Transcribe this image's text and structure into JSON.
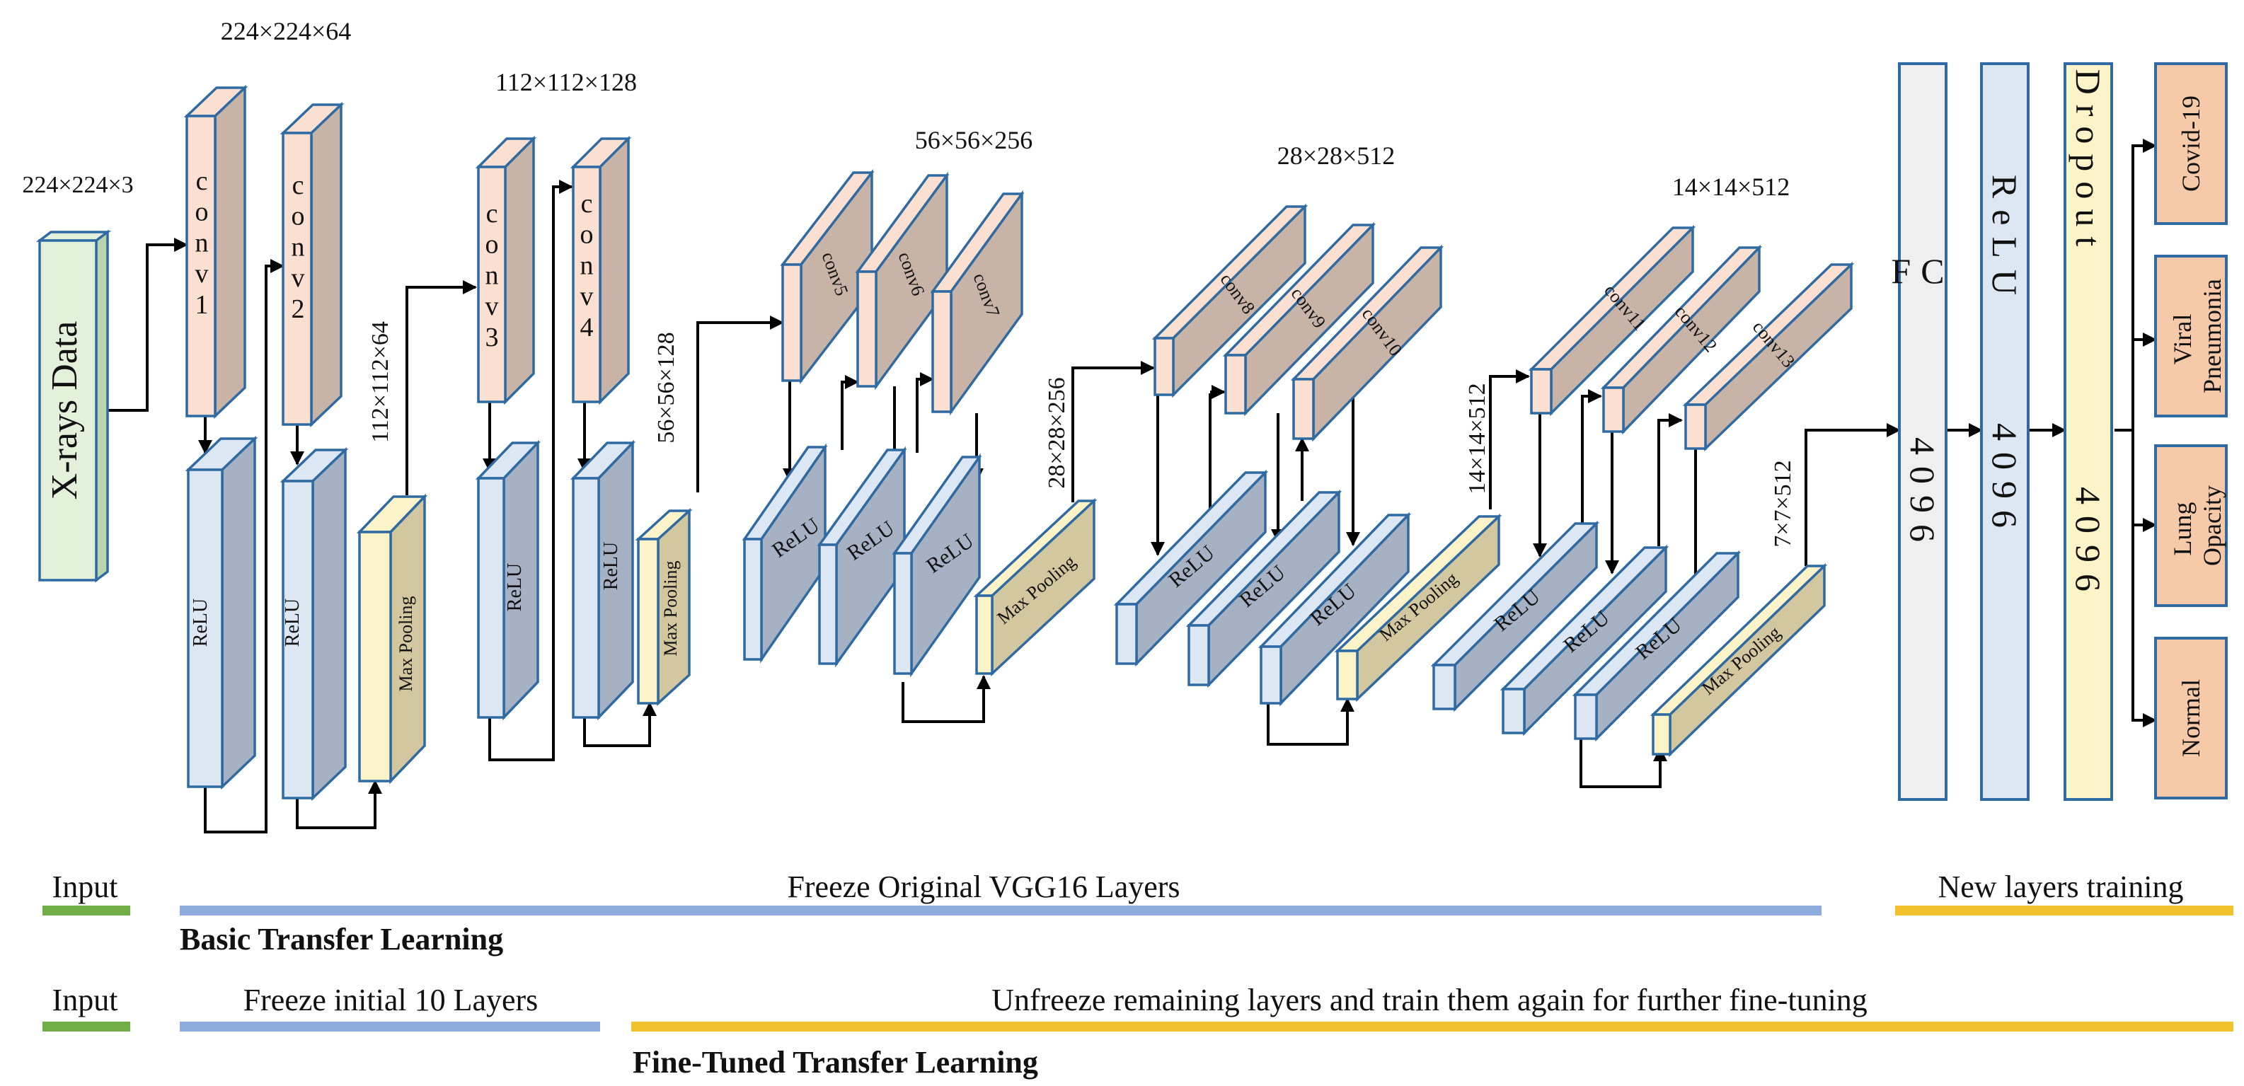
{
  "input_block": {
    "label": "X-rays Data",
    "dim": "224×224×3"
  },
  "stages": [
    {
      "dim": "224×224×64",
      "convs": [
        "conv1",
        "conv2"
      ],
      "relus": [
        "ReLU",
        "ReLU"
      ],
      "pool": "Max Pooling",
      "pool_dim": "112×112×64"
    },
    {
      "dim": "112×112×128",
      "convs": [
        "conv3",
        "conv4"
      ],
      "relus": [
        "ReLU",
        "ReLU"
      ],
      "pool": "Max Pooling",
      "pool_dim": "56×56×128"
    },
    {
      "dim": "56×56×256",
      "convs": [
        "conv5",
        "conv6",
        "conv7"
      ],
      "relus": [
        "ReLU",
        "ReLU",
        "ReLU"
      ],
      "pool": "Max Pooling",
      "pool_dim": "28×28×256"
    },
    {
      "dim": "28×28×512",
      "convs": [
        "conv8",
        "conv9",
        "conv10"
      ],
      "relus": [
        "ReLU",
        "ReLU",
        "ReLU"
      ],
      "pool": "Max Pooling",
      "pool_dim": "14×14×512"
    },
    {
      "dim": "14×14×512",
      "convs": [
        "conv11",
        "conv12",
        "conv13"
      ],
      "relus": [
        "ReLU",
        "ReLU",
        "ReLU"
      ],
      "pool": "Max Pooling",
      "pool_dim": "7×7×512"
    }
  ],
  "dense": [
    {
      "label": "FC",
      "units": "4096"
    },
    {
      "label": "ReLU",
      "units": "4096"
    },
    {
      "label": "Dropout",
      "units": "4096"
    }
  ],
  "outputs": [
    "Covid-19",
    "Viral Pneumonia",
    "Lung Opacity",
    "Normal"
  ],
  "legend": {
    "row1": {
      "input": "Input",
      "freeze": "Freeze Original VGG16 Layers",
      "new": "New layers training",
      "title": "Basic Transfer Learning"
    },
    "row2": {
      "input": "Input",
      "freeze": "Freeze initial 10 Layers",
      "unfreeze": "Unfreeze remaining layers and train them again for further fine-tuning",
      "title": "Fine-Tuned Transfer Learning"
    }
  },
  "colors": {
    "input_front": "#e3f0da",
    "input_side": "#b9d4ab",
    "input_edge": "#4a7d96",
    "conv_front": "#fbe0d1",
    "conv_side": "#c8b4a6",
    "conv_edge": "#2f6aa3",
    "relu_front": "#dde7f3",
    "relu_side": "#a6b1c4",
    "pool_front": "#fdf3c9",
    "pool_side": "#d2c79e",
    "fc": "#efefef",
    "relu_dense": "#dde7f3",
    "dropout": "#fdf3c9",
    "output": "#f6c9a9",
    "bar_green": "#70ad47",
    "bar_blue": "#8faadc",
    "bar_yellow": "#f2c12e"
  }
}
